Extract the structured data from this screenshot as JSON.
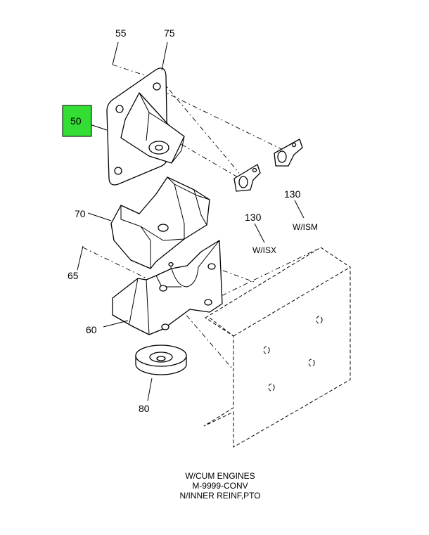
{
  "callouts": {
    "c55": "55",
    "c75": "75",
    "c50": "50",
    "c130a": "130",
    "c130b": "130",
    "c70": "70",
    "c65": "65",
    "c60": "60",
    "c80": "80"
  },
  "notes": {
    "wisx": "W/ISX",
    "wism": "W/ISM"
  },
  "caption": {
    "line1": "W/CUM ENGINES",
    "line2": "M-9999-CONV",
    "line3": "N/INNER REINF,PTO"
  },
  "colors": {
    "highlight": "#33dd33"
  }
}
